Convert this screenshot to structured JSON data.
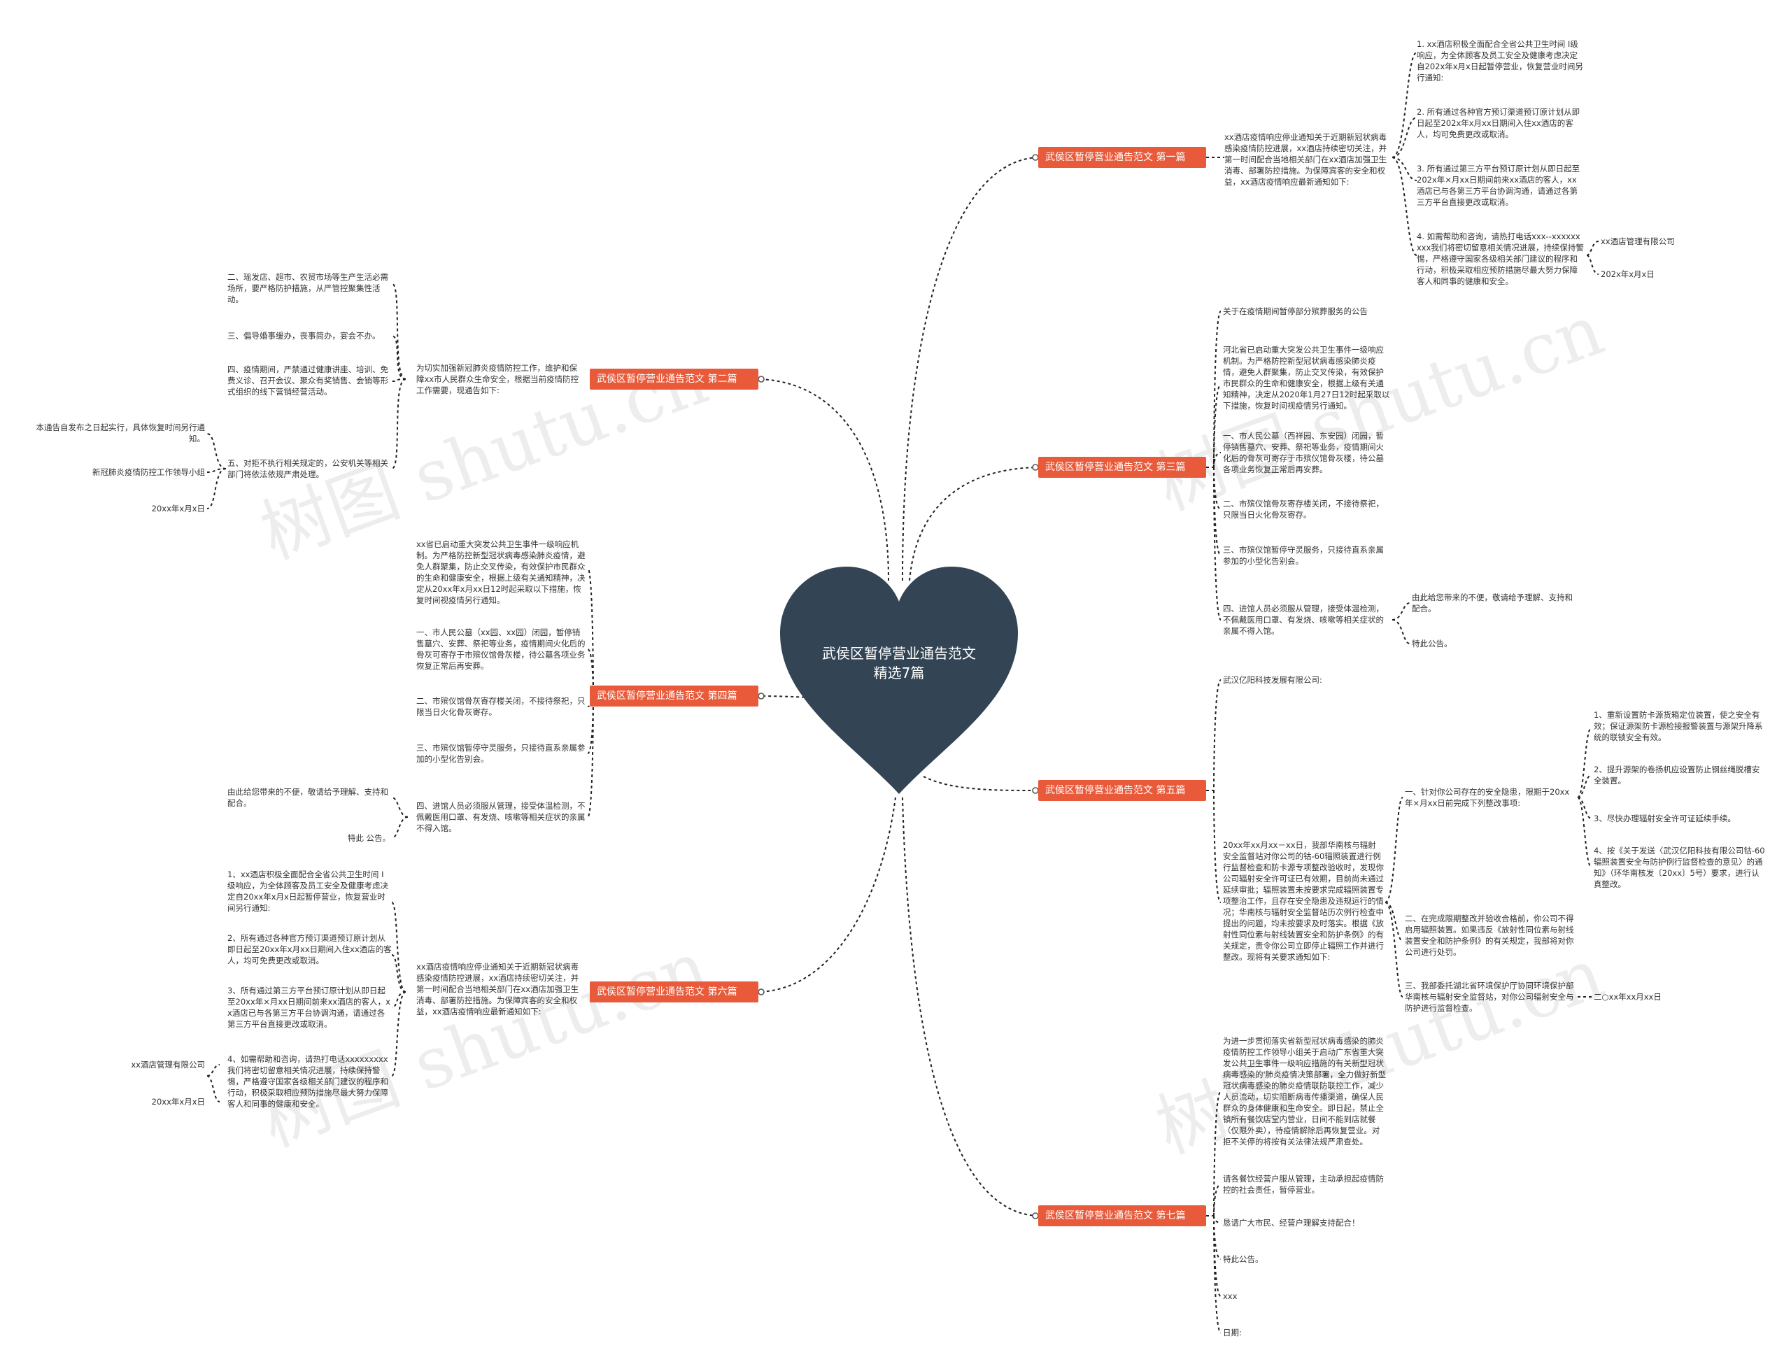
{
  "center": {
    "title_line1": "武侯区暂停营业通告范文",
    "title_line2": "精选7篇"
  },
  "watermark": "树图 shutu.cn",
  "colors": {
    "topic_bg": "#e85a3a",
    "center_bg": "#334555",
    "line": "#222222"
  },
  "topics": {
    "t1": "武侯区暂停营业通告范文 第一篇",
    "t2": "武侯区暂停营业通告范文 第二篇",
    "t3": "武侯区暂停营业通告范文 第三篇",
    "t4": "武侯区暂停营业通告范文 第四篇",
    "t5": "武侯区暂停营业通告范文 第五篇",
    "t6": "武侯区暂停营业通告范文 第六篇",
    "t7": "武侯区暂停营业通告范文 第七篇"
  },
  "n1": {
    "intro": "xx酒店疫情响应停业通知关于近期新冠状病毒感染疫情防控进展，xx酒店持续密切关注，并第一时间配合当地相关部门在xx酒店加强卫生消毒、部署防控措施。为保障宾客的安全和权益，xx酒店疫情响应最新通知如下:",
    "item1": "1. xx酒店积极全面配合全省公共卫生时间 I级响应，为全体顾客及员工安全及健康考虑决定自202x年x月x日起暂停营业，恢复营业时间另行通知:",
    "item2": "2. 所有通过各种官方预订渠道预订原计划从即日起至202x年x月xx日期间入住xx酒店的客人，均可免费更改或取消。",
    "item3": "3. 所有通过第三方平台预订原计划从即日起至202x年×月xx日期间前来xx酒店的客人，xx酒店已与各第三方平台协调沟通，请通过各第三方平台直接更改或取消。",
    "item4": "4. 如需帮助和咨询，请热打电话xxx--xxxxxxxxx我们将密切留意相关情况进展，持续保持警惕，严格遵守国家各级相关部门建议的程序和行动，积极采取相应预防措施尽最大努力保障客人和同事的健康和安全。",
    "sign1": "xx酒店管理有限公司",
    "sign2": "202x年x月x日"
  },
  "n2": {
    "intro": "为切实加强新冠肺炎疫情防控工作，维护和保障xx市人民群众生命安全，根据当前疫情防控工作需要，现通告如下:",
    "item2": "二、瑶发店、超市、农贸市场等生产生活必需场所，要严格防护措施，从严管控聚集性活动。",
    "item3": "三、倡导婚事缓办，丧事简办，宴会不办。",
    "item4": "四、疫情期间，严禁通过健康讲座、培训、免费义诊、召开会议、聚众有奖销售、会销等形式组织的线下营销经营活动。",
    "item5": "五、对拒不执行相关规定的，公安机关等相关部门将依法依规严肃处理。",
    "note": "本通告自发布之日起实行，具体恢复时间另行通知。",
    "sign1": "新冠肺炎疫情防控工作领导小组",
    "sign2": "20xx年x月x日"
  },
  "n3": {
    "title": "关于在疫情期间暂停部分殡葬服务的公告",
    "intro": "河北省已启动重大突发公共卫生事件一级响应机制。为严格防控新型冠状病毒感染肺炎疫情，避免人群聚集，防止交叉传染，有效保护市民群众的生命和健康安全，根据上级有关通知精神，决定从2020年1月27日12时起采取以下措施，恢复时间视疫情另行通知。",
    "item1": "一、市人民公墓（西祥园、东安园）闭园，暂停销售墓穴、安葬、祭祀等业务，疫情期间火化后的骨灰可寄存于市殡仪馆骨灰楼，待公墓各项业务恢复正常后再安葬。",
    "item2": "二、市殡仪馆骨灰寄存楼关闭，不接待祭祀，只限当日火化骨灰寄存。",
    "item3": "三、市殡仪馆暂停守灵服务，只接待直系亲属参加的小型化告别会。",
    "item4": "四、进馆人员必须服从管理，接受体温检测，不佩戴医用口罩、有发烧、咳嗽等相关症状的亲属不得入馆。",
    "end1": "由此给您带来的不便，敬请给予理解、支持和配合。",
    "end2": "特此公告。"
  },
  "n4": {
    "intro": "xx省已启动重大突发公共卫生事件一级响应机制。为严格防控新型冠状病毒感染肺炎疫情，避免人群聚集，防止交叉传染，有效保护市民群众的生命和健康安全，根据上级有关通知精神，决定从20xx年x月xx日12时起采取以下措施，恢复时间视疫情另行通知。",
    "item1": "一、市人民公墓（xx园、xx园）闭园，暂停销售墓穴、安葬、祭祀等业务，疫情期间火化后的骨灰可寄存于市殡仪馆骨灰楼，待公墓各项业务恢复正常后再安葬。",
    "item2": "二、市殡仪馆骨灰寄存楼关闭，不接待祭祀，只限当日火化骨灰寄存。",
    "item3": "三、市殡仪馆暂停守灵服务，只接待直系亲属参加的小型化告别会。",
    "item4": "四、进馆人员必须服从管理，接受体温检测，不佩戴医用口罩、有发烧、咳嗽等相关症状的亲属不得入馆。",
    "end1": "由此给您带来的不便，敬请给予理解、支持和配合。",
    "end2": "特此 公告。"
  },
  "n5": {
    "title": "武汉亿阳科技发展有限公司:",
    "intro": "20xx年xx月xx－xx日，我部华南核与辐射安全监督站对你公司的钴-60辐照装置进行例行监督检查和防卡源专项整改验收时，发现你公司辐射安全许可证已有效期，目前尚未通过延续审批；辐照装置未按要求完成辐照装置专项整治工作，且存在安全隐患及违规运行的情况；华南核与辐射安全监督站历次例行检查中提出的问题，均未按要求及时落实。根据《放射性同位素与射线装置安全和防护条例》的有关规定，责令你公司立即停止辐照工作并进行整改。现将有关要求通知如下:",
    "a1": "一、针对你公司存在的安全隐患，限期于20xx年×月xx日前完成下列整改事项:",
    "a1_1": "1、重新设置防卡源货箱定位装置，使之安全有效；保证源架防卡源检接报警装置与源架升降系统的联锁安全有效。",
    "a1_2": "2、提升源架的卷扬机应设置防止钢丝绳脱槽安全装置。",
    "a1_3": "3、尽快办理辐射安全许可证延续手续。",
    "a1_4": "4、按《关于发送〈武汉亿阳科技有限公司钴-60辐照装置安全与防护例行监督检查的意见〉的通知》（环华南核发〔20xx〕5号）要求，进行认真整改。",
    "a2": "二、在完成限期整改并验收合格前，你公司不得启用辐照装置。如果违反《放射性同位素与射线装置安全和防护条例》的有关规定，我部将对你公司进行处罚。",
    "a3": "三、我部委托湖北省环境保护厅协同环境保护部华南核与辐射安全监督站，对你公司辐射安全与防护进行监督检查。",
    "a3_date": "二○xx年xx月xx日"
  },
  "n6": {
    "intro": "xx酒店疫情响应停业通知关于近期新冠状病毒感染疫情防控进展，xx酒店持续密切关注，并第一时间配合当地相关部门在xx酒店加强卫生消毒、部署防控措施。为保障宾客的安全和权益，xx酒店疫情响应最新通知如下:",
    "item1": "1、xx酒店积极全面配合全省公共卫生时间 I 级响应，为全体顾客及员工安全及健康考虑决定自20xx年x月x日起暂停营业，恢复营业时间另行通知:",
    "item2": "2、所有通过各种官方预订渠道预订原计划从即日起至20xx年x月xx日期间入住xx酒店的客人，均可免费更改或取消。",
    "item3": "3、所有通过第三方平台预订原计划从即日起至20xx年×月xx日期间前来xx酒店的客人，xx酒店已与各第三方平台协调沟通，请通过各第三方平台直接更改或取消。",
    "item4": "4、如需帮助和咨询，请热打电话xxxxxxxxx我们将密切留意相关情况进展，持续保持警惕，严格遵守国家各级相关部门建议的程序和行动，积极采取相应预防措施尽最大努力保障客人和同事的健康和安全。",
    "sign1": "xx酒店管理有限公司",
    "sign2": "20xx年x月x日"
  },
  "n7": {
    "intro": "为进一步贯彻落实省新型冠状病毒感染的肺炎疫情防控工作领导小组关于启动广东省重大突发公共卫生事件一级响应措施的有关新型冠状病毒感染的'肺炎疫情决策部署，全力做好新型冠状病毒感染的肺炎疫情联防联控工作，减少人员流动，切实阻断病毒传播渠道，确保人民群众的身体健康和生命安全。即日起，禁止全镇所有餐饮店堂内营业，日间不能到店就餐（仅限外卖），待疫情解除后再恢复营业。对拒不关停的将按有关法律法规严肃查处。",
    "item1": "请各餐饮经营户服从管理，主动承担起疫情防控的社会责任，暂停营业。",
    "item2": "恳请广大市民、经营户理解支持配合！",
    "item3": "特此公告。",
    "item4": "xxx",
    "item5": "日期:"
  }
}
